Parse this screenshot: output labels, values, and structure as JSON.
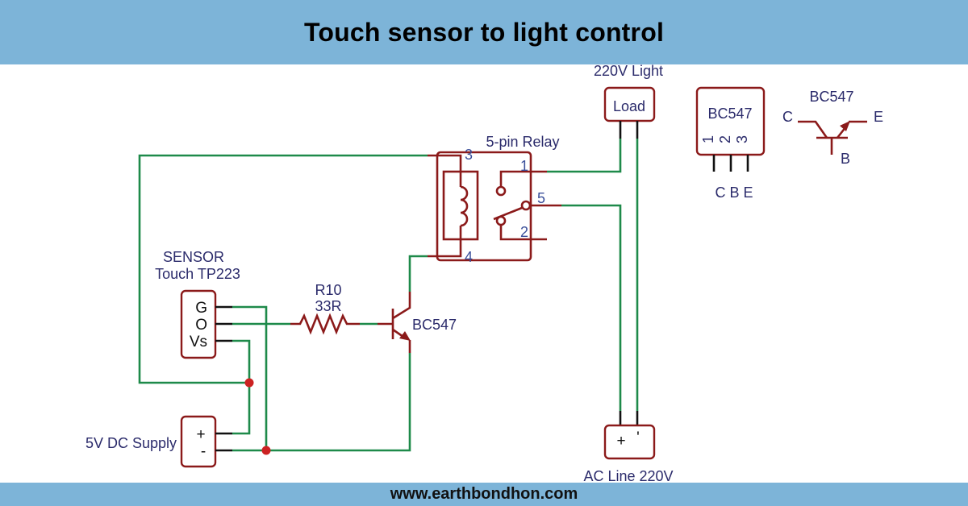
{
  "header": {
    "title": "Touch sensor to light control"
  },
  "footer": {
    "website": "www.earthbondhon.com"
  },
  "colors": {
    "banner": "#7db4d8",
    "wire": "#1e8a4a",
    "component": "#8b1a1a",
    "label": "#2b2b6b",
    "junction": "#cc2222"
  },
  "components": {
    "load": {
      "caption": "220V Light",
      "label": "Load"
    },
    "relay": {
      "caption": "5-pin Relay",
      "pins": [
        "3",
        "1",
        "5",
        "2",
        "4"
      ]
    },
    "sensor": {
      "caption_line1": "SENSOR",
      "caption_line2": "Touch TP223",
      "pins": [
        "G",
        "O",
        "Vs"
      ]
    },
    "resistor": {
      "name": "R10",
      "value": "33R"
    },
    "transistor": {
      "label": "BC547"
    },
    "dc_supply": {
      "caption": "5V DC Supply",
      "pins": [
        "+",
        "-"
      ]
    },
    "ac_line": {
      "caption": "AC Line 220V",
      "pins": [
        "+",
        "'"
      ]
    }
  },
  "pinout_reference": {
    "package_label": "BC547",
    "pin_numbers": [
      "1",
      "2",
      "3"
    ],
    "pin_names": "C B E",
    "symbol_label": "BC547",
    "symbol_pins": {
      "c": "C",
      "e": "E",
      "b": "B"
    }
  }
}
